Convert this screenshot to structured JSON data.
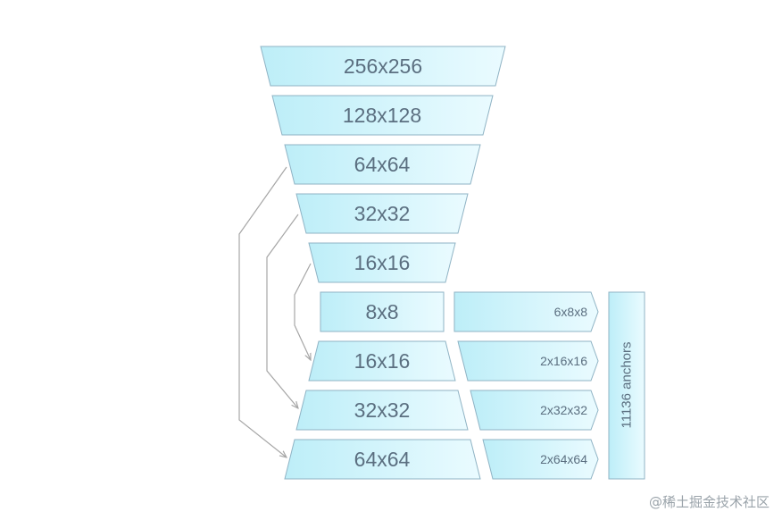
{
  "encoder_layers": [
    "256x256",
    "128x128",
    "64x64",
    "32x32",
    "16x16",
    "8x8"
  ],
  "decoder_layers": [
    "16x16",
    "32x32",
    "64x64"
  ],
  "output_heads": [
    "6x8x8",
    "2x16x16",
    "2x32x32",
    "2x64x64"
  ],
  "anchors_label": "11136 anchors",
  "watermark": "@稀土掘金技术社区",
  "colors": {
    "fill_light": "#eafbff",
    "fill_dark": "#bdeef8",
    "stroke": "#8fb3c4",
    "arrow": "#a6a6a6",
    "text": "#5b6f80"
  }
}
